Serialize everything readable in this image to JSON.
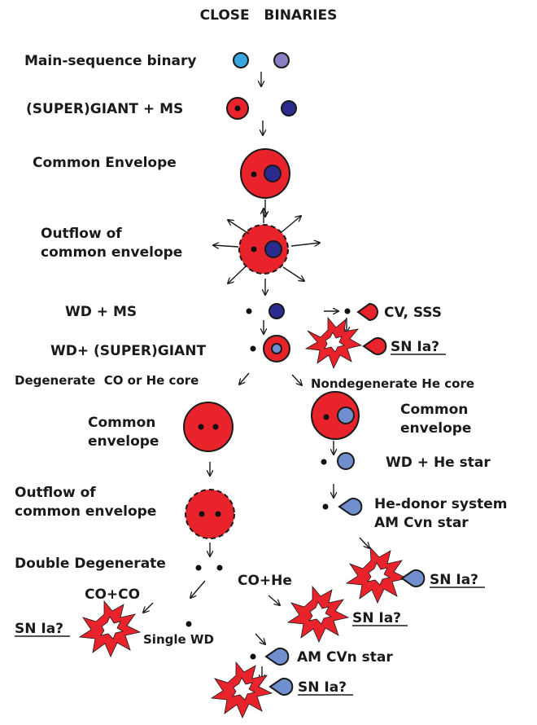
{
  "title": "CLOSE   BINARIES",
  "colors": {
    "red_giant": "#e8232b",
    "dark_blue_star": "#2b2b8f",
    "light_blue_star": "#3aa6e0",
    "lavender_star": "#8a7fc4",
    "he_star": "#6f8fcf",
    "white_dwarf": "#111111",
    "burst": "#e8232b"
  },
  "icons": [
    "arrow-icon",
    "supernova-burst-icon",
    "white-dwarf-dot-icon"
  ],
  "stages": {
    "main_sequence": "Main-sequence binary",
    "supergiant_ms": "(SUPER)GIANT + MS",
    "common_envelope": "Common Envelope",
    "outflow1_line1": "Outflow of",
    "outflow1_line2": "common envelope",
    "wd_ms": "WD + MS",
    "cv_sss": "CV, SSS",
    "sn1": "SN Ia?",
    "wd_supergiant": "WD+ (SUPER)GIANT",
    "degenerate_core": "Degenerate  CO or He core",
    "nondegenerate_core": "Nondegenerate He core",
    "ce_right_line1": "Common",
    "ce_right_line2": "envelope",
    "ce_left_line1": "Common",
    "ce_left_line2": "envelope",
    "wd_he_star": "WD + He star",
    "outflow2_line1": "Outflow of",
    "outflow2_line2": "common envelope",
    "he_donor_line1": "He-donor system",
    "he_donor_line2": "AM Cvn star",
    "double_degenerate": "Double Degenerate",
    "sn2": "SN Ia?",
    "co_co": "CO+CO",
    "co_he": "CO+He",
    "sn3": "SN Ia?",
    "sn4": "SN Ia?",
    "single_wd": "Single WD",
    "am_cvn": "AM CVn star",
    "sn5": "SN Ia?"
  }
}
